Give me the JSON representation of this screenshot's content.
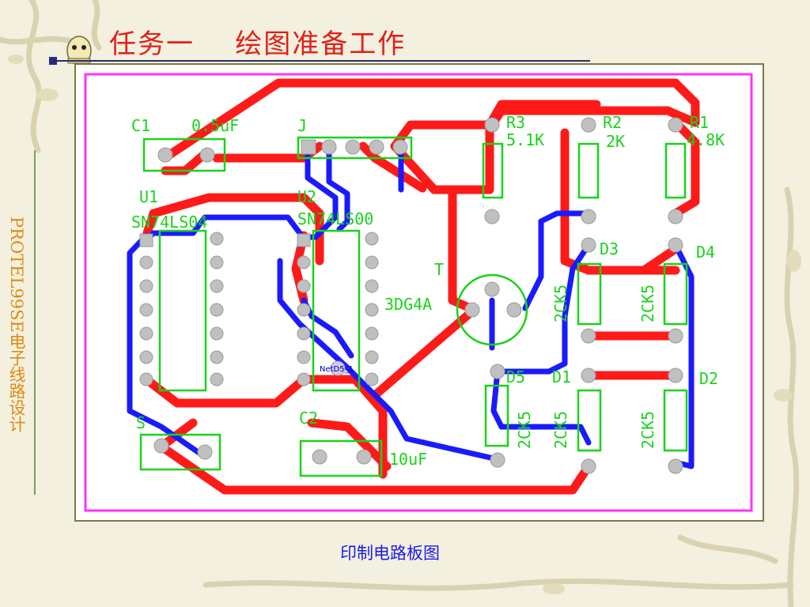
{
  "slide": {
    "title": "任务一    绘图准备工作",
    "side_label": "PROTEL99SE电子线路设计",
    "caption": "印制电路板图"
  },
  "pcb": {
    "components": {
      "c1": "C1",
      "c1_value": "0.5uF",
      "j": "J",
      "u1": "U1",
      "u1_part": "SN74LS04",
      "u2": "U2",
      "u2_part": "SN74LS00",
      "r3": "R3",
      "r3_value": "5.1K",
      "r2": "R2",
      "r2_value": "2K",
      "r1": "R1",
      "r1_value": "4.8K",
      "t": "T",
      "t_part": "3DG4A",
      "d3": "D3",
      "d4": "D4",
      "d5": "D5",
      "d1": "D1",
      "d2": "D2",
      "diode_part": "2CK5",
      "s": "S",
      "c2": "C2",
      "c2_value": "10uF",
      "net": "NetD5_1"
    },
    "colors": {
      "top_layer": "#ff1a1a",
      "bottom_layer": "#1a1aff",
      "silkscreen": "#19d319",
      "keepout": "#ff33ff",
      "pad": "#c0c0c0"
    }
  }
}
